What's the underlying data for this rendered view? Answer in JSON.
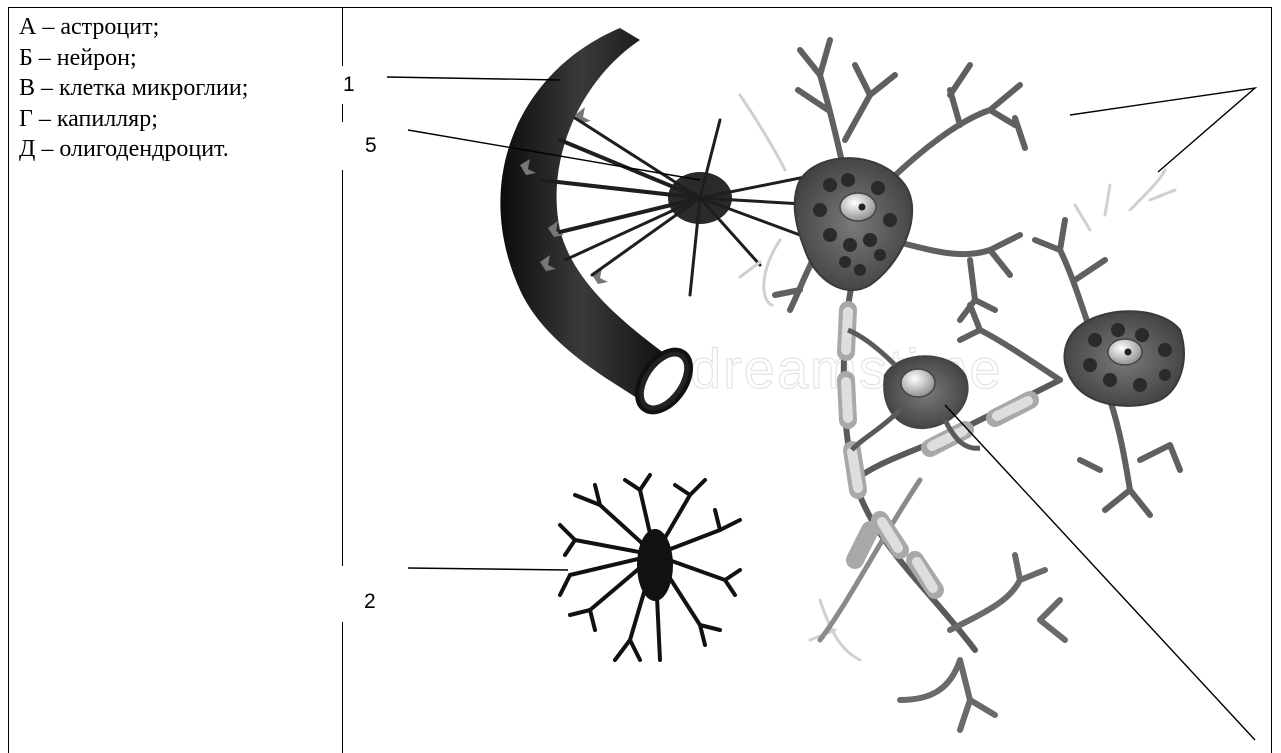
{
  "legend": {
    "items": [
      "А – астроцит;",
      "Б – нейрон;",
      "В – клетка микроглии;",
      "Г – капилляр;",
      "Д – олигодендроцит."
    ]
  },
  "labels": {
    "n1": "1",
    "n2": "2",
    "n5": "5"
  },
  "watermark": "dreamstime",
  "colors": {
    "line": "#000000",
    "capillary": "#1a1a1a",
    "neuron": "#5f5f5f",
    "myelin": "#cfcfcf",
    "microglia": "#111111"
  }
}
